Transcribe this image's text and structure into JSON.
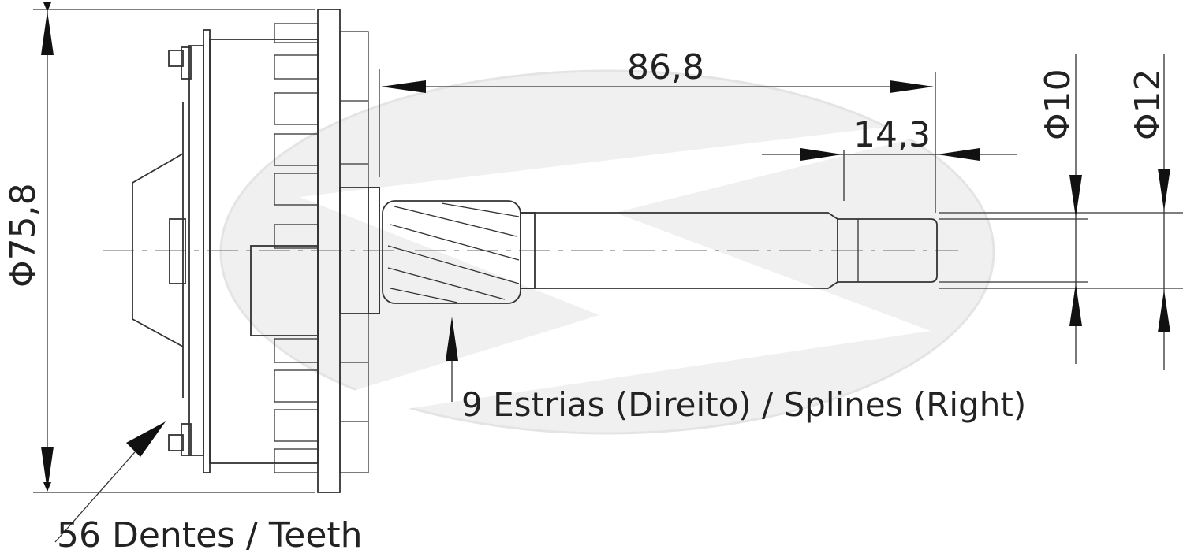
{
  "dimensions": {
    "overall_diameter": "Φ75,8",
    "shaft_length": "86,8",
    "spline_length": "14,3",
    "shaft_diameter_small": "Φ10",
    "shaft_diameter_large": "Φ12"
  },
  "callouts": {
    "splines": "9 Estrias (Direito) / Splines (Right)",
    "teeth": "56 Dentes / Teeth"
  },
  "colors": {
    "line": "#333333",
    "watermark": "#e9e9e9",
    "background": "#ffffff"
  }
}
